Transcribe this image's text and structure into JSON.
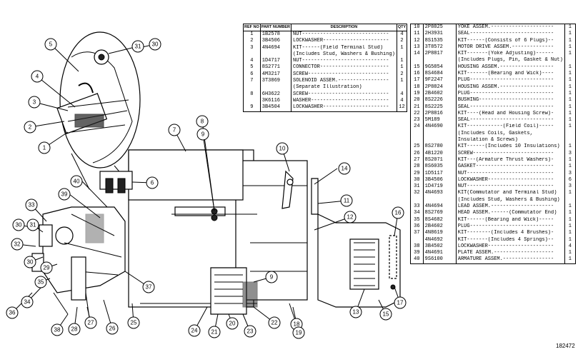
{
  "figure_number": "182472",
  "callouts": [
    "1",
    "2",
    "3",
    "4",
    "5",
    "30",
    "31",
    "7",
    "8",
    "9",
    "10",
    "14",
    "11",
    "12",
    "16",
    "6",
    "40",
    "39",
    "33",
    "30",
    "31",
    "32",
    "36",
    "34",
    "35",
    "29",
    "30",
    "37",
    "38",
    "28",
    "27",
    "26",
    "25",
    "24",
    "21",
    "20",
    "23",
    "22",
    "18",
    "19",
    "13",
    "15",
    "17",
    "9"
  ],
  "table_left": {
    "headers": {
      "ref": "REF NO",
      "part": "PART NUMBER",
      "desc": "DESCRIPTION",
      "qty": "QTY"
    },
    "rows": [
      {
        "ref": "1",
        "part": "1B2578",
        "desc": "NUT-----------------------------",
        "qty": "4"
      },
      {
        "ref": "2",
        "part": "3B4506",
        "desc": "LOCKWASHER----------------------",
        "qty": "2"
      },
      {
        "ref": "3",
        "part": "4N4694",
        "desc": "KIT------(Field Terminal Stud)",
        "qty": "1"
      },
      {
        "ref": "",
        "part": "",
        "desc": "(Includes Stud, Washers & Bushing)",
        "qty": ""
      },
      {
        "ref": "4",
        "part": "1D4717",
        "desc": "NUT-----------------------------",
        "qty": "1"
      },
      {
        "ref": "5",
        "part": "8S2771",
        "desc": "CONNECTOR-----------------------",
        "qty": "1"
      },
      {
        "ref": "6",
        "part": "4M3217",
        "desc": "SCREW---------------------------",
        "qty": "2"
      },
      {
        "ref": "7",
        "part": "3T3869",
        "desc": "SOLENOID ASSEM.-----------------",
        "qty": "1"
      },
      {
        "ref": "",
        "part": "",
        "desc": "(Separate Illustration)",
        "qty": ""
      },
      {
        "ref": "8",
        "part": "6H3622",
        "desc": "SCREW---------------------------",
        "qty": "4"
      },
      {
        "ref": "",
        "part": "3K6116",
        "desc": "WASHER--------------------------",
        "qty": "4"
      },
      {
        "ref": "9",
        "part": "3B4504",
        "desc": "LOCKWASHER----------------------",
        "qty": "12"
      }
    ]
  },
  "table_right": {
    "rows": [
      {
        "ref": "10",
        "part": "2P8825",
        "desc": "YOKE ASSEM.---------------------",
        "qty": "1"
      },
      {
        "ref": "11",
        "part": "2H3931",
        "desc": "SEAL----------------------------",
        "qty": "1"
      },
      {
        "ref": "12",
        "part": "8S1535",
        "desc": "KIT------(Consists of 6 Plugs)--",
        "qty": "1"
      },
      {
        "ref": "13",
        "part": "3T8572",
        "desc": "MOTOR DRIVE ASSEM.--------------",
        "qty": "1"
      },
      {
        "ref": "14",
        "part": "2P8817",
        "desc": "KIT-------(Yoke Adjusting)------",
        "qty": "1"
      },
      {
        "ref": "",
        "part": "",
        "desc": "(Includes Plugs, Pin, Gasket & Nut)",
        "qty": ""
      },
      {
        "ref": "15",
        "part": "9G5854",
        "desc": "HOUSING ASSEM.------------------",
        "qty": "1"
      },
      {
        "ref": "16",
        "part": "8S4684",
        "desc": "KIT-------(Bearing and Wick)----",
        "qty": "1"
      },
      {
        "ref": "17",
        "part": "9F2247",
        "desc": "PLUG----------------------------",
        "qty": "1"
      },
      {
        "ref": "18",
        "part": "2P8824",
        "desc": "HOUSING ASSEM.------------------",
        "qty": "1"
      },
      {
        "ref": "19",
        "part": "2B4602",
        "desc": "PLUG----------------------------",
        "qty": "1"
      },
      {
        "ref": "20",
        "part": "8S2226",
        "desc": "BUSHING-------------------------",
        "qty": "1"
      },
      {
        "ref": "21",
        "part": "8S2225",
        "desc": "SEAL----------------------------",
        "qty": "1"
      },
      {
        "ref": "22",
        "part": "2P8816",
        "desc": "KIT----(Head and Housing Screw)-",
        "qty": "1"
      },
      {
        "ref": "23",
        "part": "5M189",
        "desc": "SEAL----------------------------",
        "qty": "1"
      },
      {
        "ref": "24",
        "part": "4N4690",
        "desc": "KIT------------(Field Coil)-----",
        "qty": "1"
      },
      {
        "ref": "",
        "part": "",
        "desc": "(Includes Coils, Gaskets,",
        "qty": ""
      },
      {
        "ref": "",
        "part": "",
        "desc": "Insulation & Screws)",
        "qty": ""
      },
      {
        "ref": "25",
        "part": "8S2780",
        "desc": "KIT------(Includes 10 Insulations)",
        "qty": "1"
      },
      {
        "ref": "26",
        "part": "4B1220",
        "desc": "SCREW---------------------------",
        "qty": "3"
      },
      {
        "ref": "27",
        "part": "8S2071",
        "desc": "KIT---(Armature Thrust Washers)-",
        "qty": "1"
      },
      {
        "ref": "28",
        "part": "8S6035",
        "desc": "GASKET--------------------------",
        "qty": "1"
      },
      {
        "ref": "29",
        "part": "1D5117",
        "desc": "NUT-----------------------------",
        "qty": "3"
      },
      {
        "ref": "30",
        "part": "3B4506",
        "desc": "LOCKWASHER----------------------",
        "qty": "6"
      },
      {
        "ref": "31",
        "part": "1D4719",
        "desc": "NUT-----------------------------",
        "qty": "3"
      },
      {
        "ref": "32",
        "part": "4N4693",
        "desc": "KIT(Commutator and Terminal Stud)",
        "qty": "1"
      },
      {
        "ref": "",
        "part": "",
        "desc": "(Includes Stud, Washers & Bushing)",
        "qty": ""
      },
      {
        "ref": "33",
        "part": "4N4694",
        "desc": "LEAD ASSEM.---------------------",
        "qty": "1"
      },
      {
        "ref": "34",
        "part": "8S2769",
        "desc": "HEAD ASSEM.------(Commutator End)",
        "qty": "1"
      },
      {
        "ref": "35",
        "part": "8S4682",
        "desc": "KIT------(Bearing and Wick)-----",
        "qty": "1"
      },
      {
        "ref": "36",
        "part": "2B4602",
        "desc": "PLUG----------------------------",
        "qty": "1"
      },
      {
        "ref": "37",
        "part": "4N8619",
        "desc": "KIT--------(Includes 4 Brushes)-",
        "qty": "1"
      },
      {
        "ref": "",
        "part": "4N4692",
        "desc": "KIT-------(Includes 4 Springs)--",
        "qty": "1"
      },
      {
        "ref": "38",
        "part": "3B4502",
        "desc": "LOCKWASHER----------------------",
        "qty": "4"
      },
      {
        "ref": "39",
        "part": "4N4691",
        "desc": "PLATE ASSEM.--------------------",
        "qty": "1"
      },
      {
        "ref": "40",
        "part": "9S6100",
        "desc": "ARMATURE ASSEM.-----------------",
        "qty": "1"
      }
    ]
  }
}
